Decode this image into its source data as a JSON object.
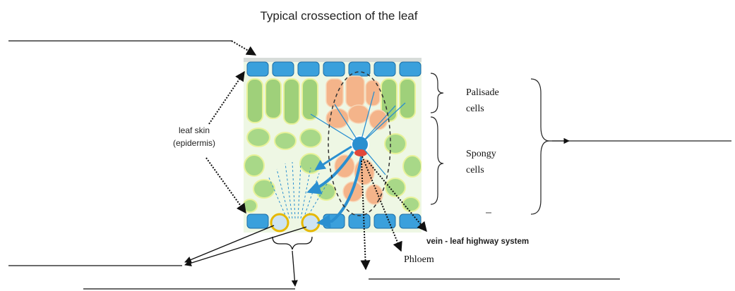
{
  "diagram": {
    "title": "Typical crossection of the leaf",
    "labels": {
      "leaf_skin_line1": "leaf skin",
      "leaf_skin_line2": "(epidermis)",
      "palisade_line1": "Palisade",
      "palisade_line2": "cells",
      "spongy_line1": "Spongy",
      "spongy_line2": "cells",
      "vein": "vein - leaf highway system",
      "phloem": "Phloem"
    },
    "colors": {
      "epidermis_cell": "#3aa0dc",
      "palisade_cell": "#9fd07a",
      "spongy_cell": "#a8d888",
      "vein_tissue": "#f4b48a",
      "arrow_blue": "#2a8fd0",
      "line": "#111111"
    }
  }
}
